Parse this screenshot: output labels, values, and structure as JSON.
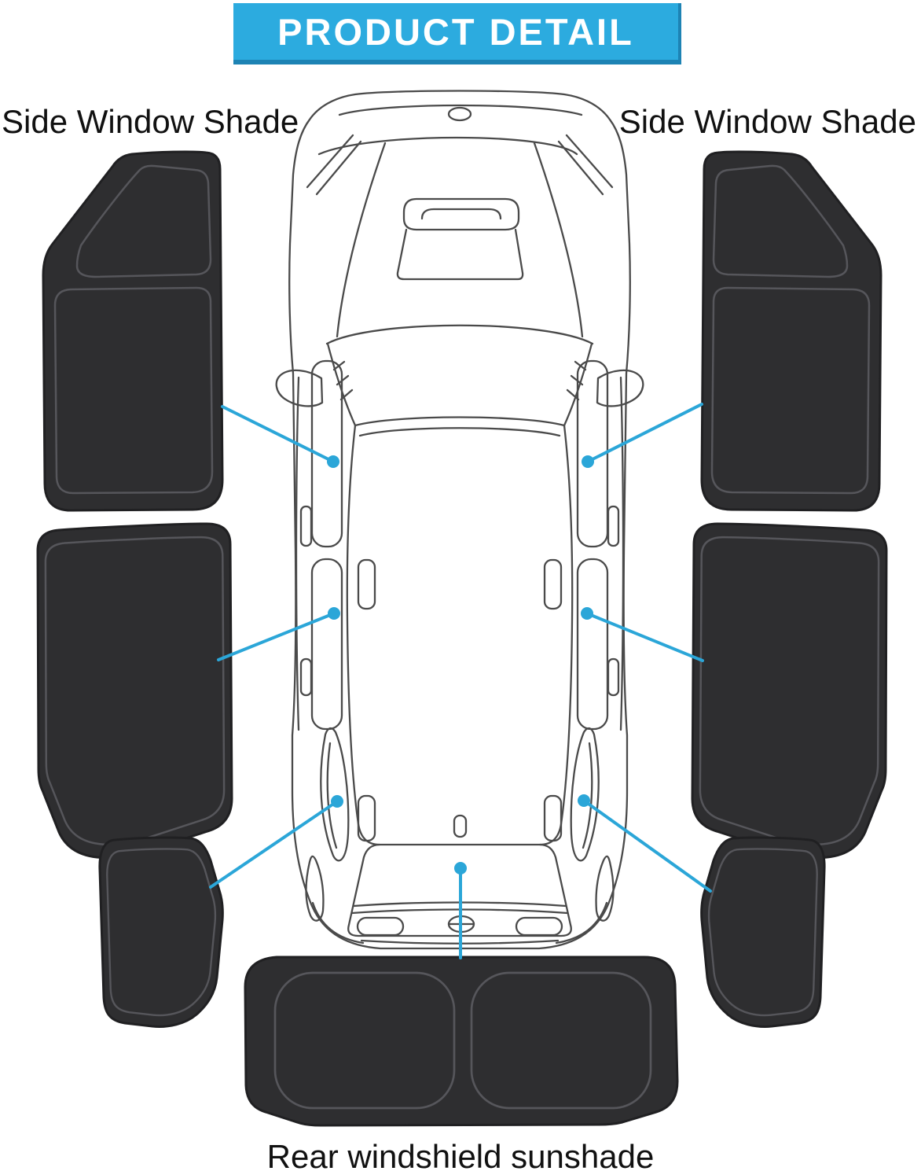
{
  "header": {
    "title": "PRODUCT DETAIL"
  },
  "labels": {
    "side_left": "Side Window Shade",
    "side_right": "Side Window Shade",
    "rear": "Rear windshield sunshade"
  },
  "colors": {
    "background": "#ffffff",
    "banner_bg": "#2cabdf",
    "banner_edge": "#1d83b4",
    "banner_text": "#ffffff",
    "accent_line": "#2ba6d8",
    "shade_fill": "#2e2e30",
    "shade_edge": "#202022",
    "shade_stitch": "#56565b",
    "car_line": "#4a4a4a",
    "label_text": "#111111"
  }
}
